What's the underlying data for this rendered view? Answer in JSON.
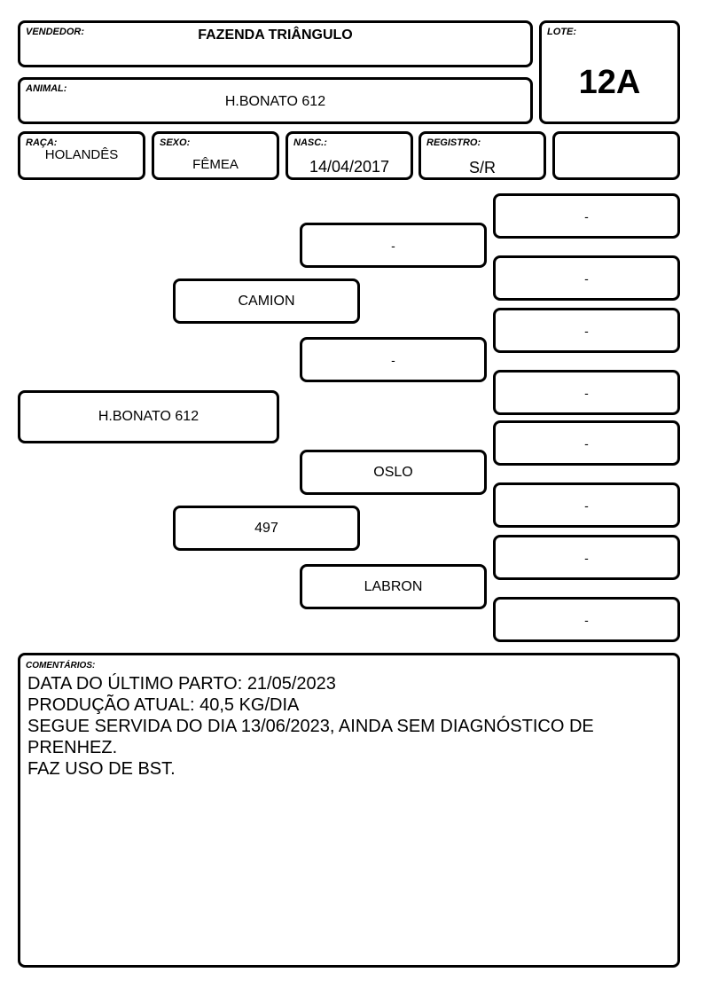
{
  "header": {
    "vendedor": {
      "label": "VENDEDOR:",
      "value": "FAZENDA TRIÂNGULO"
    },
    "lote": {
      "label": "LOTE:",
      "value": "12A"
    },
    "animal": {
      "label": "ANIMAL:",
      "value": "H.BONATO 612"
    },
    "raca": {
      "label": "RAÇA:",
      "value": "HOLANDÊS"
    },
    "sexo": {
      "label": "SEXO:",
      "value": "FÊMEA"
    },
    "nasc": {
      "label": "NASC.:",
      "value": "14/04/2017"
    },
    "registro": {
      "label": "REGISTRO:",
      "value": "S/R"
    },
    "extra": {
      "value": ""
    }
  },
  "pedigree": {
    "animal": "H.BONATO 612",
    "sire": "CAMION",
    "dam": "497",
    "sire_sire": "-",
    "sire_dam": "-",
    "dam_sire": "OSLO",
    "dam_dam": "LABRON",
    "great_grandparents": [
      "-",
      "-",
      "-",
      "-",
      "-",
      "-",
      "-",
      "-"
    ]
  },
  "comments": {
    "label": "COMENTÁRIOS:",
    "lines": [
      "DATA DO ÚLTIMO PARTO: 21/05/2023",
      "PRODUÇÃO ATUAL: 40,5 KG/DIA",
      "SEGUE SERVIDA DO DIA 13/06/2023, AINDA SEM DIAGNÓSTICO DE PRENHEZ.",
      "FAZ USO DE BST."
    ]
  }
}
